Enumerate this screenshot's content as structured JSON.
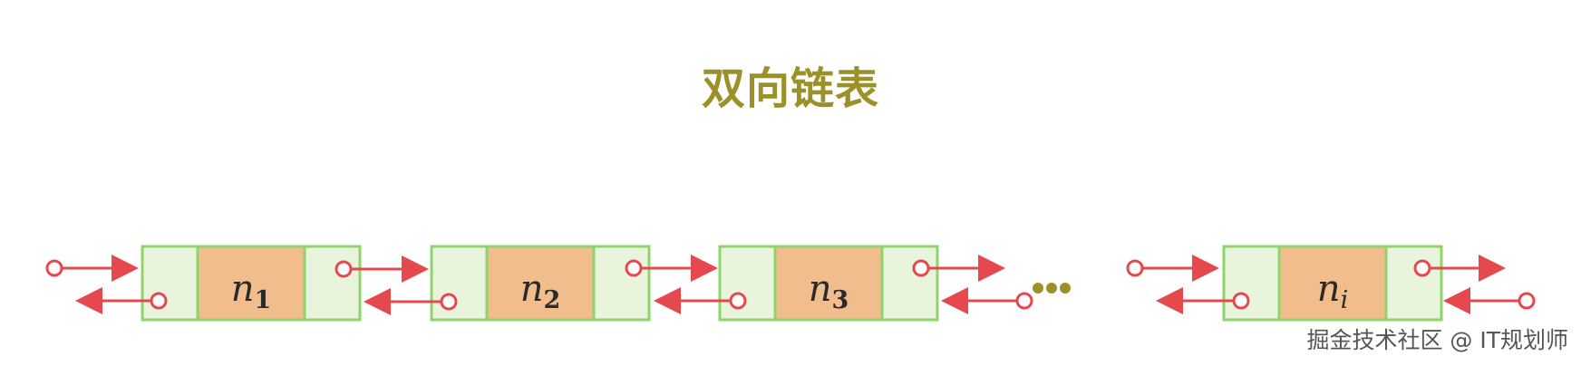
{
  "title": "双向链表",
  "nodes": [
    {
      "letter": "n",
      "sub": "1"
    },
    {
      "letter": "n",
      "sub": "2"
    },
    {
      "letter": "n",
      "sub": "3"
    },
    {
      "letter": "n",
      "sub": "i"
    }
  ],
  "watermark": "掘金技术社区 @ IT规划师",
  "colors": {
    "title": "#9c9128",
    "node_fill_side": "#e8f5dc",
    "node_fill_data": "#f2bd8c",
    "node_border": "#8fd46b",
    "arrow": "#e5484d",
    "ellipsis": "#9c9128"
  }
}
